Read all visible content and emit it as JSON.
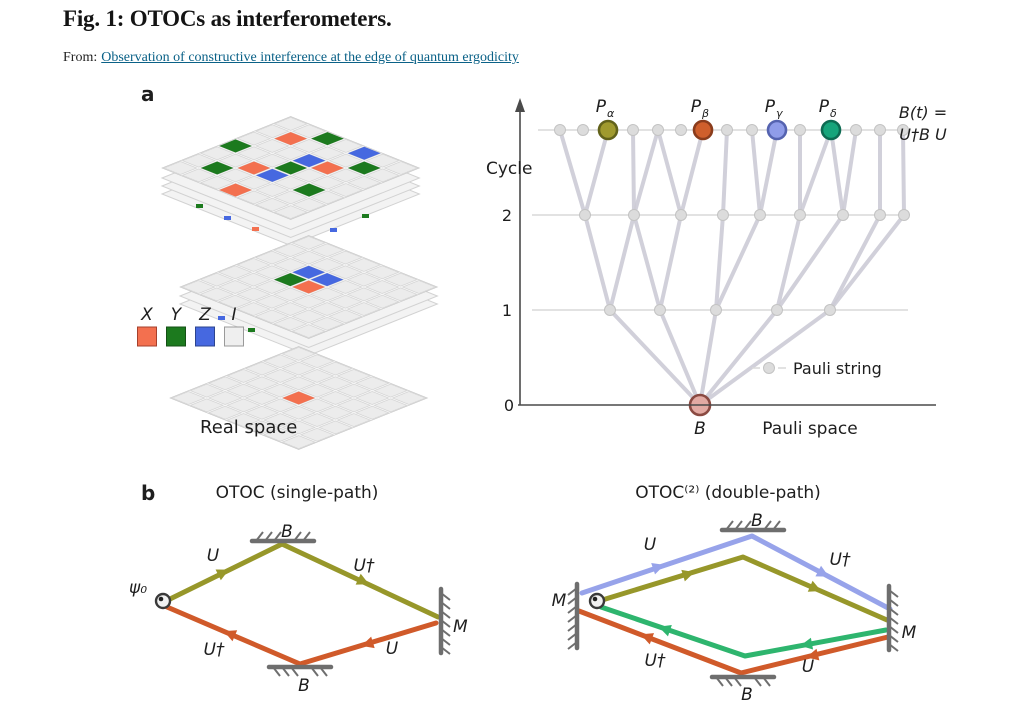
{
  "page": {
    "title": "Fig. 1: OTOCs as interferometers.",
    "from_label": "From:",
    "source_link": "Observation of constructive interference at the edge of quantum ergodicity"
  },
  "colors": {
    "pauli_x": "#f3704f",
    "pauli_y": "#1c7a1e",
    "pauli_z": "#4668e0",
    "pauli_i": "#efefef",
    "p_alpha": "#a09a2e",
    "p_beta": "#cf5f2c",
    "p_gamma": "#8f9ce9",
    "p_delta": "#16a57b",
    "b_node": "#e3aaa3",
    "path_olive": "#97972a",
    "path_orange": "#d05a2a",
    "path_blue": "#97a3ea",
    "path_green": "#2eb56e",
    "link": "#0a6187"
  },
  "panel_a": {
    "label": "a",
    "legend": {
      "x": "X",
      "y": "Y",
      "z": "Z",
      "i": "I"
    },
    "real_space_label": "Real space",
    "cycle_axis_label": "Cycle",
    "ticks": [
      "2",
      "1",
      "0"
    ],
    "b_label": "B",
    "bt_line1": "B(t) =",
    "bt_line2": "U†B U",
    "pauli_string_label": "Pauli string",
    "pauli_space_label": "Pauli space",
    "p_labels": [
      {
        "base": "P",
        "sub": "α"
      },
      {
        "base": "P",
        "sub": "β"
      },
      {
        "base": "P",
        "sub": "γ"
      },
      {
        "base": "P",
        "sub": "δ"
      }
    ]
  },
  "panel_b": {
    "label": "b",
    "left_title": "OTOC (single-path)",
    "right_title": "OTOC⁽²⁾ (double-path)",
    "psi0": "ψ₀",
    "u": "U",
    "u_dagger": "U†",
    "b": "B",
    "m": "M"
  }
}
